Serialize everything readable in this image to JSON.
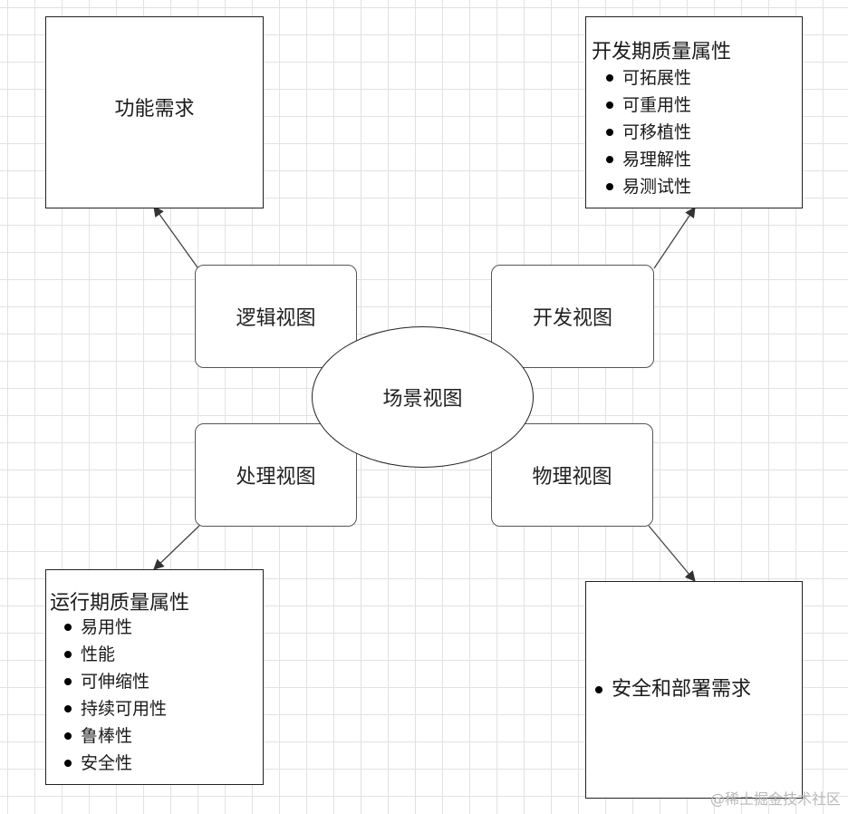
{
  "nodes": {
    "functional": {
      "label": "功能需求"
    },
    "dev_quality": {
      "title": "开发期质量属性",
      "items": [
        "可拓展性",
        "可重用性",
        "可移植性",
        "易理解性",
        "易测试性"
      ]
    },
    "logical_view": {
      "label": "逻辑视图"
    },
    "dev_view": {
      "label": "开发视图"
    },
    "scenario_view": {
      "label": "场景视图"
    },
    "process_view": {
      "label": "处理视图"
    },
    "physical_view": {
      "label": "物理视图"
    },
    "runtime_quality": {
      "title": "运行期质量属性",
      "items": [
        "易用性",
        "性能",
        "可伸缩性",
        "持续可用性",
        "鲁棒性",
        "安全性"
      ]
    },
    "security_deploy": {
      "items": [
        "安全和部署需求"
      ]
    }
  },
  "edges": [
    {
      "from": "logical_view",
      "to": "functional"
    },
    {
      "from": "dev_view",
      "to": "dev_quality"
    },
    {
      "from": "process_view",
      "to": "runtime_quality"
    },
    {
      "from": "physical_view",
      "to": "security_deploy"
    }
  ],
  "watermark": "@稀土掘金技术社区",
  "colors": {
    "stroke": "#222222",
    "arrow": "#444444",
    "grid": "#e2e2e2"
  }
}
